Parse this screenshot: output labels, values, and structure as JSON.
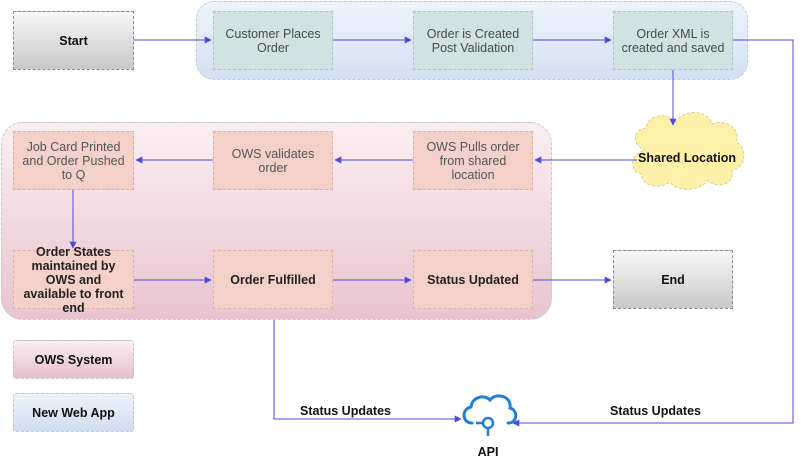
{
  "groups": {
    "web": "New Web App group",
    "ows": "OWS System group"
  },
  "nodes": {
    "start": "Start",
    "customer_places_order": "Customer Places Order",
    "order_created": "Order is Created Post Validation",
    "order_xml": "Order XML is created and saved",
    "shared_location": "Shared Location",
    "ows_pulls": "OWS Pulls order from shared location",
    "ows_validates": "OWS validates order",
    "job_card": "Job Card Printed and Order Pushed to Q",
    "order_states": "Order States maintained by OWS and available to front end",
    "order_fulfilled": "Order Fulfilled",
    "status_updated": "Status Updated",
    "end": "End",
    "api": "API"
  },
  "edge_labels": {
    "left": "Status Updates",
    "right": "Status Updates"
  },
  "legend": {
    "ows_system": "OWS System",
    "new_web_app": "New Web App"
  },
  "colors": {
    "edge": "#4b4be0",
    "web_node": "#cfe3e2",
    "ows_node": "#f3d1c8",
    "cloud": "#fdf0a8",
    "api_icon": "#1f7fd6"
  },
  "icons": {
    "api": "cloud-api-icon"
  }
}
